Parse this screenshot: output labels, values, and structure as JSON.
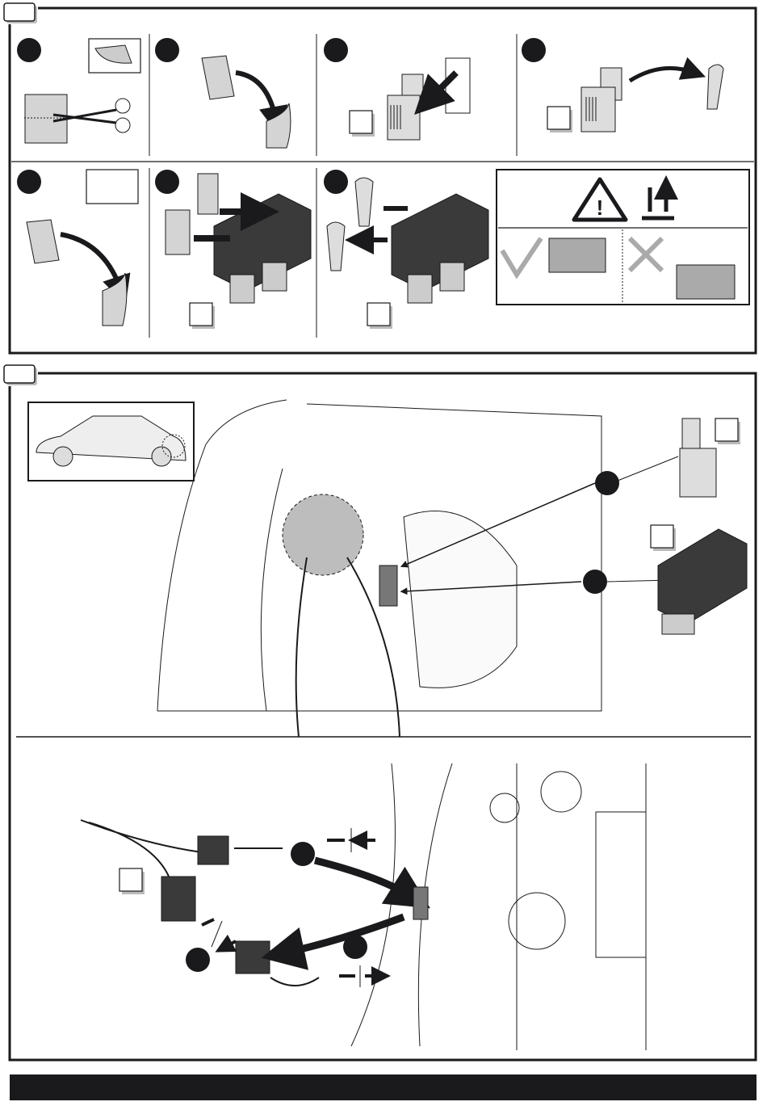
{
  "colors": {
    "ink": "#1a191c",
    "part_fill": "#d4d4d4",
    "module_fill": "#3a3a3a",
    "highlight": "#bdbdbd",
    "background": "#ffffff"
  },
  "panels": [
    {
      "id": "A",
      "steps": 7,
      "icons": [
        "adhesive-pad-icon",
        "scissors-icon",
        "peel-backing-icon",
        "buzzer-icon",
        "control-module-icon",
        "warning-triangle-icon",
        "this-way-up-icon",
        "check-mark-icon",
        "cross-mark-icon"
      ]
    },
    {
      "id": "B",
      "icons": [
        "car-icon",
        "buzzer-icon",
        "control-module-icon",
        "connector-icon",
        "push-together-icon",
        "pull-apart-icon"
      ]
    }
  ]
}
